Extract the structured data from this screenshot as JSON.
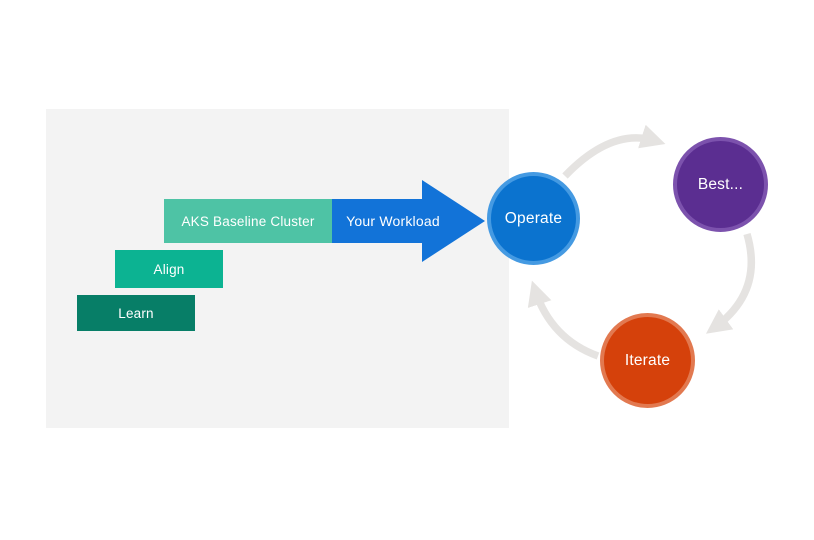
{
  "panel": {
    "bg": "#f3f3f3"
  },
  "gantt": {
    "bars": [
      {
        "id": "learn",
        "label": "Learn",
        "color": "#077e67"
      },
      {
        "id": "align",
        "label": "Align",
        "color": "#0cb392"
      },
      {
        "id": "aks",
        "label": "AKS Baseline Cluster",
        "color": "#4ec3a5"
      }
    ],
    "arrow": {
      "label": "Your Workload",
      "color": "#1273d8"
    }
  },
  "cycle": {
    "nodes": [
      {
        "id": "operate",
        "label": "Operate",
        "fill": "#0b73cf",
        "ring": "#459ae2"
      },
      {
        "id": "best",
        "label": "Best...",
        "fill": "#5b2e91",
        "ring": "#7c52ad"
      },
      {
        "id": "iterate",
        "label": "Iterate",
        "fill": "#d5410b",
        "ring": "#e27950"
      }
    ],
    "arrow_color": "#e5e3e1"
  }
}
